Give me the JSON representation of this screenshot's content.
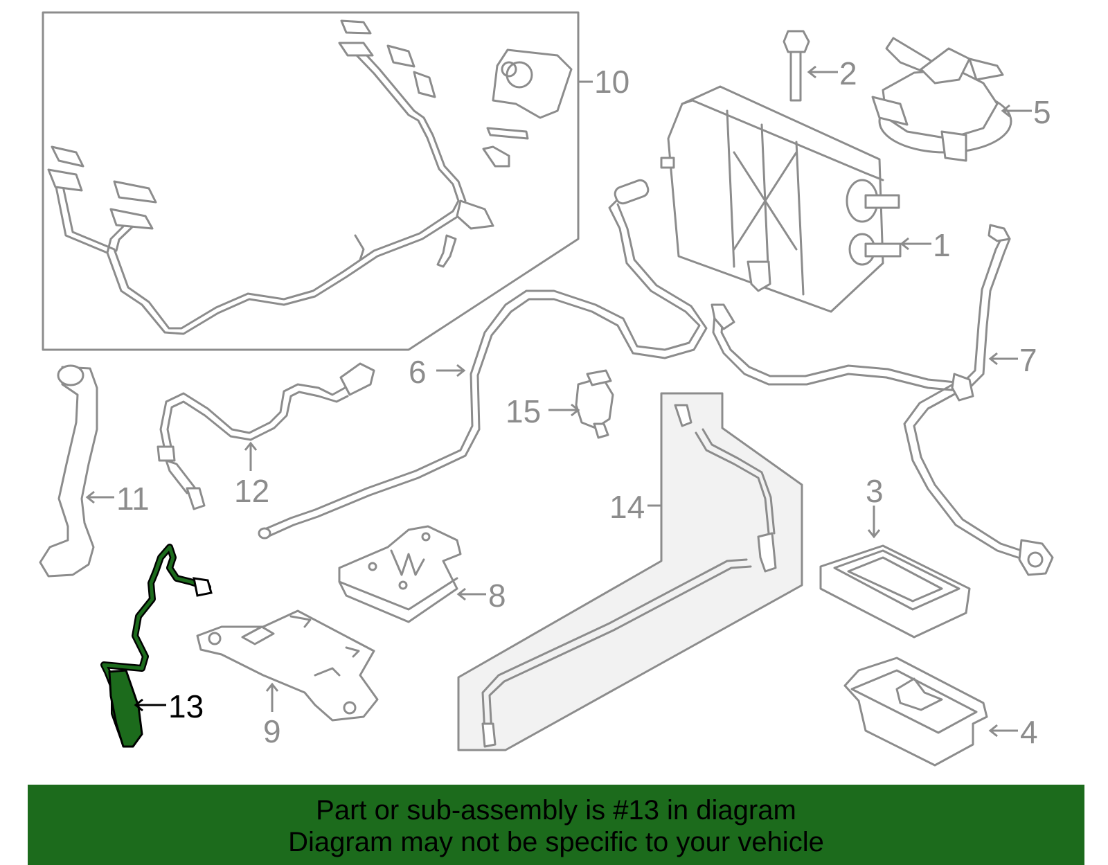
{
  "colors": {
    "line": "#8c8c8c",
    "highlight_fill": "#1c6b1c",
    "highlight_label": "#000000",
    "banner_bg": "#1c6b1c",
    "panel_fill": "#f2f2f2"
  },
  "callouts": [
    {
      "id": "1",
      "label": "1"
    },
    {
      "id": "2",
      "label": "2"
    },
    {
      "id": "3",
      "label": "3"
    },
    {
      "id": "4",
      "label": "4"
    },
    {
      "id": "5",
      "label": "5"
    },
    {
      "id": "6",
      "label": "6"
    },
    {
      "id": "7",
      "label": "7"
    },
    {
      "id": "8",
      "label": "8"
    },
    {
      "id": "9",
      "label": "9"
    },
    {
      "id": "10",
      "label": "10"
    },
    {
      "id": "11",
      "label": "11"
    },
    {
      "id": "12",
      "label": "12"
    },
    {
      "id": "13",
      "label": "13",
      "highlighted": true
    },
    {
      "id": "14",
      "label": "14"
    },
    {
      "id": "15",
      "label": "15"
    }
  ],
  "banner": {
    "line1": "Part or sub-assembly is #13 in diagram",
    "line2": "Diagram may not be specific to your vehicle"
  }
}
